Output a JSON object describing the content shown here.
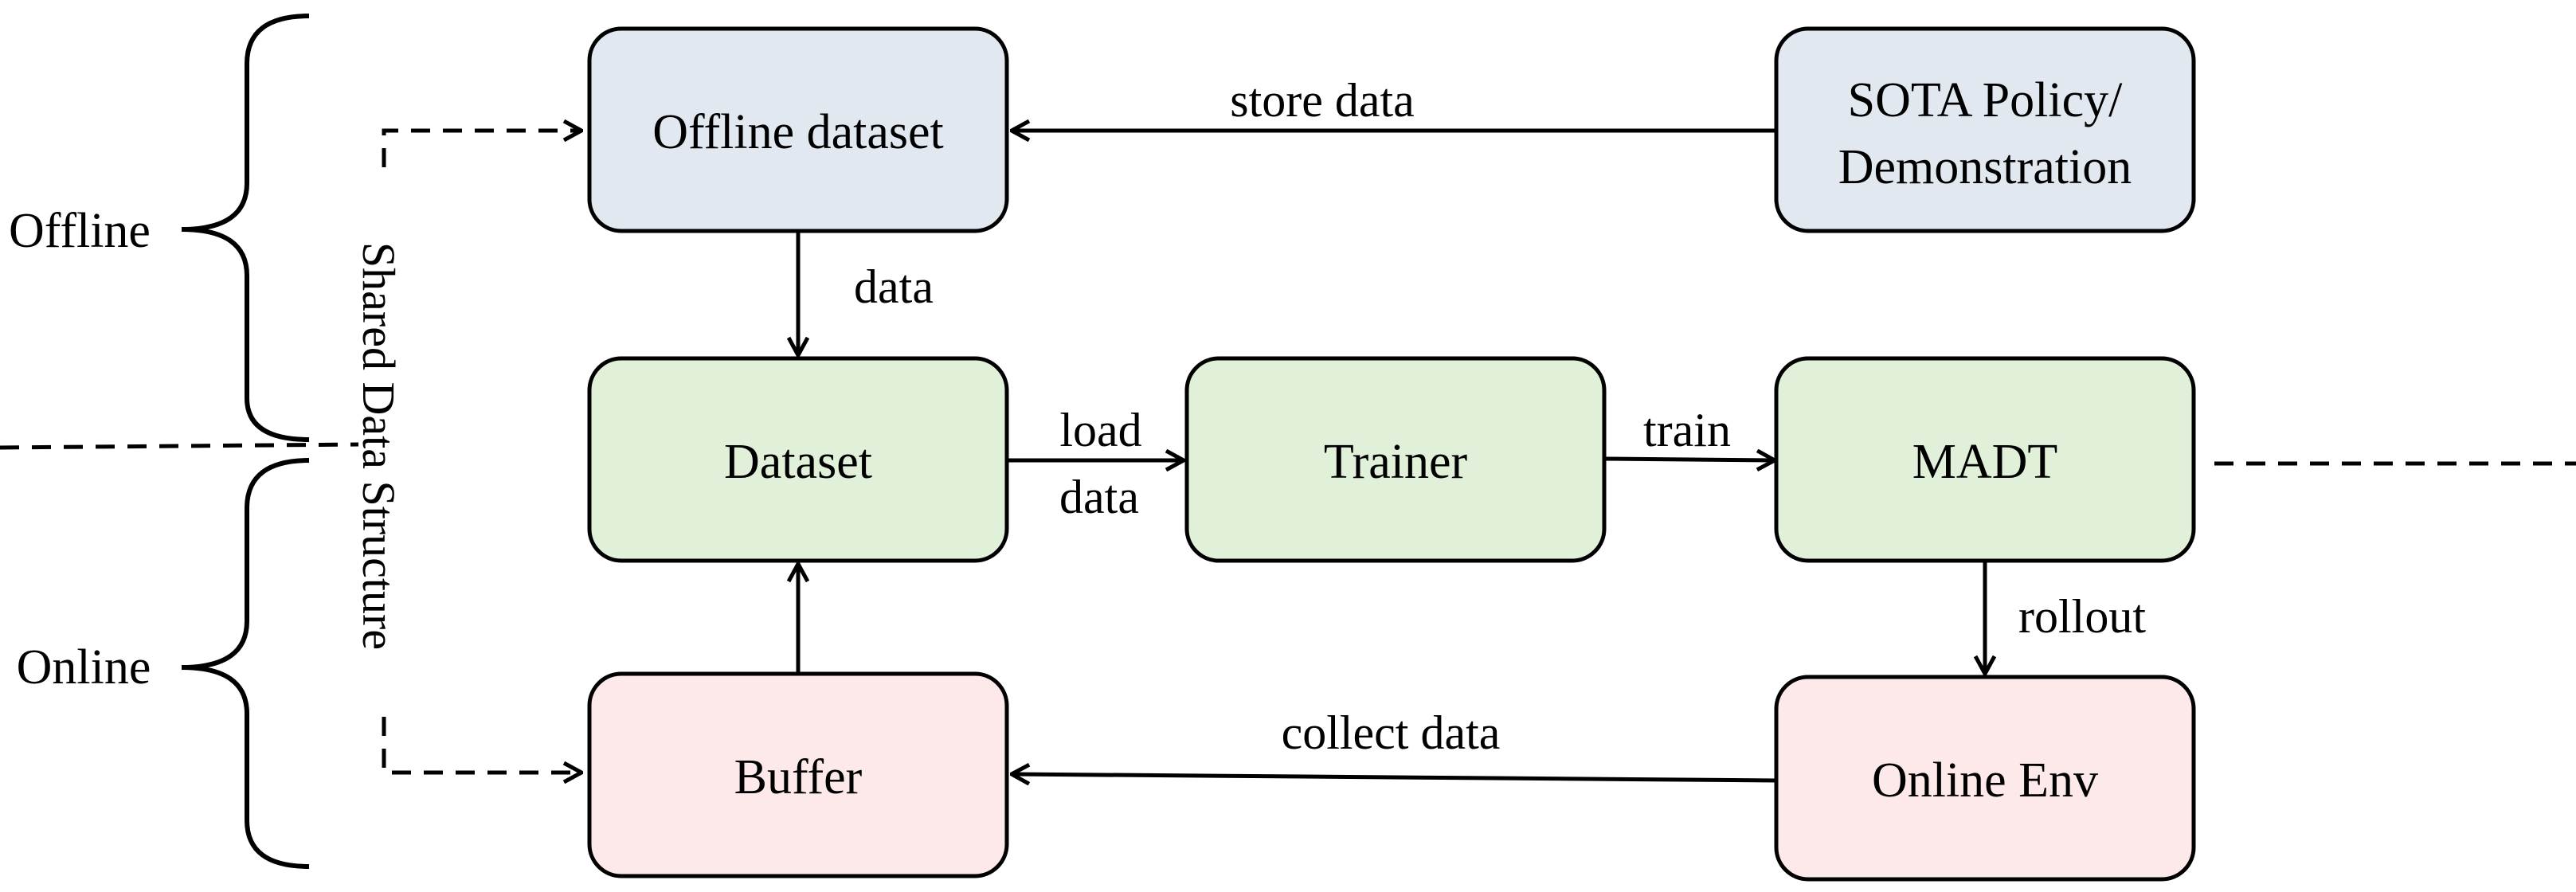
{
  "nodes": {
    "offline_dataset": {
      "label": "Offline dataset",
      "fill": "#e1e8f0"
    },
    "sota_policy": {
      "label_line1": "SOTA Policy/",
      "label_line2": "Demonstration",
      "fill": "#e1e8f0"
    },
    "dataset": {
      "label": "Dataset",
      "fill": "#e1f0d9"
    },
    "trainer": {
      "label": "Trainer",
      "fill": "#e1f0d9"
    },
    "madt": {
      "label": "MADT",
      "fill": "#e1f0d9"
    },
    "buffer": {
      "label": "Buffer",
      "fill": "#fde9e9"
    },
    "online_env": {
      "label": "Online Env",
      "fill": "#fde9e9"
    }
  },
  "edges": {
    "store_data": "store data",
    "data": "data",
    "load_data_line1": "load",
    "load_data_line2": "data",
    "train": "train",
    "rollout": "rollout",
    "collect_data": "collect data"
  },
  "sections": {
    "offline": "Offline",
    "online": "Online",
    "shared_data_structure": "Shared Data Structure"
  }
}
